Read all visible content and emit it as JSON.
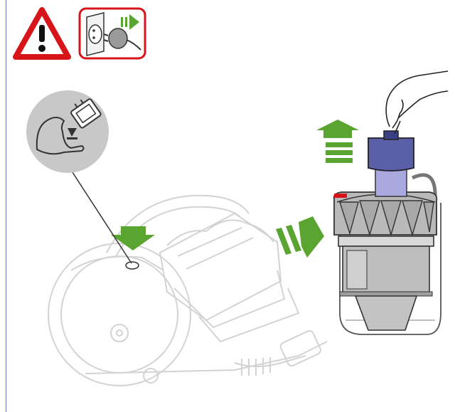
{
  "colors": {
    "warning_red": "#d7141a",
    "arrow_green": "#5aa532",
    "bin_blue": "#5a5fa8",
    "cyclone_grey": "#b9b9b9",
    "outline_grey": "#d3d3d3",
    "callout_grey": "#c8c8c8"
  },
  "icons": {
    "warning": "warning-triangle-icon",
    "unplug": "unplug-from-socket-icon",
    "callout": "bin-release-button-callout-icon"
  },
  "steps": [
    "press-bin-release-button",
    "detach-cyclone-assembly",
    "lift-out-filter-cap"
  ]
}
